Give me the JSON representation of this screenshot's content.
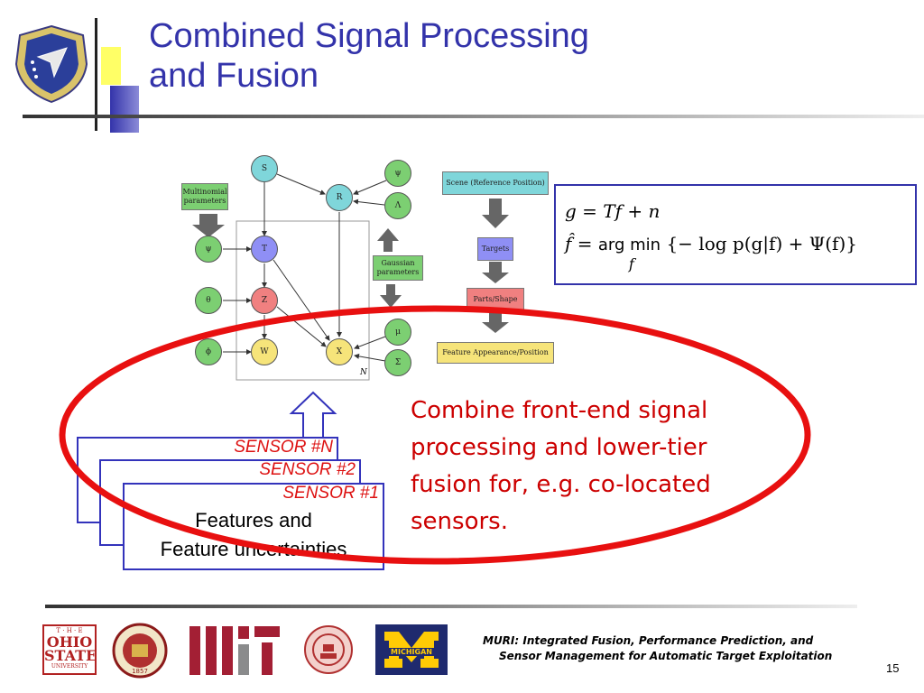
{
  "title": {
    "line1": "Combined Signal Processing",
    "line2": "and Fusion"
  },
  "header_logo": {
    "icon": "air-force-research-laboratory-seal"
  },
  "graph": {
    "nodes": {
      "S": "S",
      "R": "R",
      "psi_top": "ψ",
      "Lambda": "Λ",
      "psi_left": "ψ",
      "T": "T",
      "theta": "θ",
      "Z": "Z",
      "phi": "ϕ",
      "W": "W",
      "X": "X",
      "mu": "μ",
      "Sigma": "Σ"
    },
    "multinomial": "Multinomial parameters",
    "gaussian": "Gaussian parameters",
    "plate": "N"
  },
  "flow": {
    "scene": "Scene (Reference Position)",
    "targets": "Targets",
    "parts": "Parts/Shape",
    "feature": "Feature Appearance/Position"
  },
  "equation": {
    "line1": "g = Tf + n",
    "line2_lhs": "f̂ = ",
    "line2_op": "arg min",
    "line2_sub": "f",
    "line2_rhs": "{− log p(g|f) + Ψ(f)}"
  },
  "sensors": {
    "n": "SENSOR #N",
    "two": "SENSOR #2",
    "one": "SENSOR #1"
  },
  "features": {
    "line1": "Features and",
    "line2": "Feature uncertainties"
  },
  "combine_text": "Combine front-end signal processing and lower-tier fusion for, e.g. co-located sensors.",
  "footer": {
    "muri": "MURI: Integrated Fusion, Performance Prediction, and Sensor Management for Automatic Target Exploitation",
    "page": "15",
    "logos": {
      "ohio_state": {
        "the": "T · H · E",
        "ohio": "OHIO",
        "state": "STATE",
        "univ": "UNIVERSITY"
      },
      "fsu": {
        "icon": "florida-state-university-seal",
        "year": "1857"
      },
      "mit": {
        "icon": "mit-logo"
      },
      "stanford": {
        "icon": "university-seal"
      },
      "michigan": {
        "text": "MICHIGAN",
        "icon": "michigan-block-m-logo"
      }
    }
  },
  "colors": {
    "title": "#3333aa",
    "accent_red": "#cc0000",
    "sensor_border": "#3333bb",
    "ellipse": "#e81010"
  }
}
